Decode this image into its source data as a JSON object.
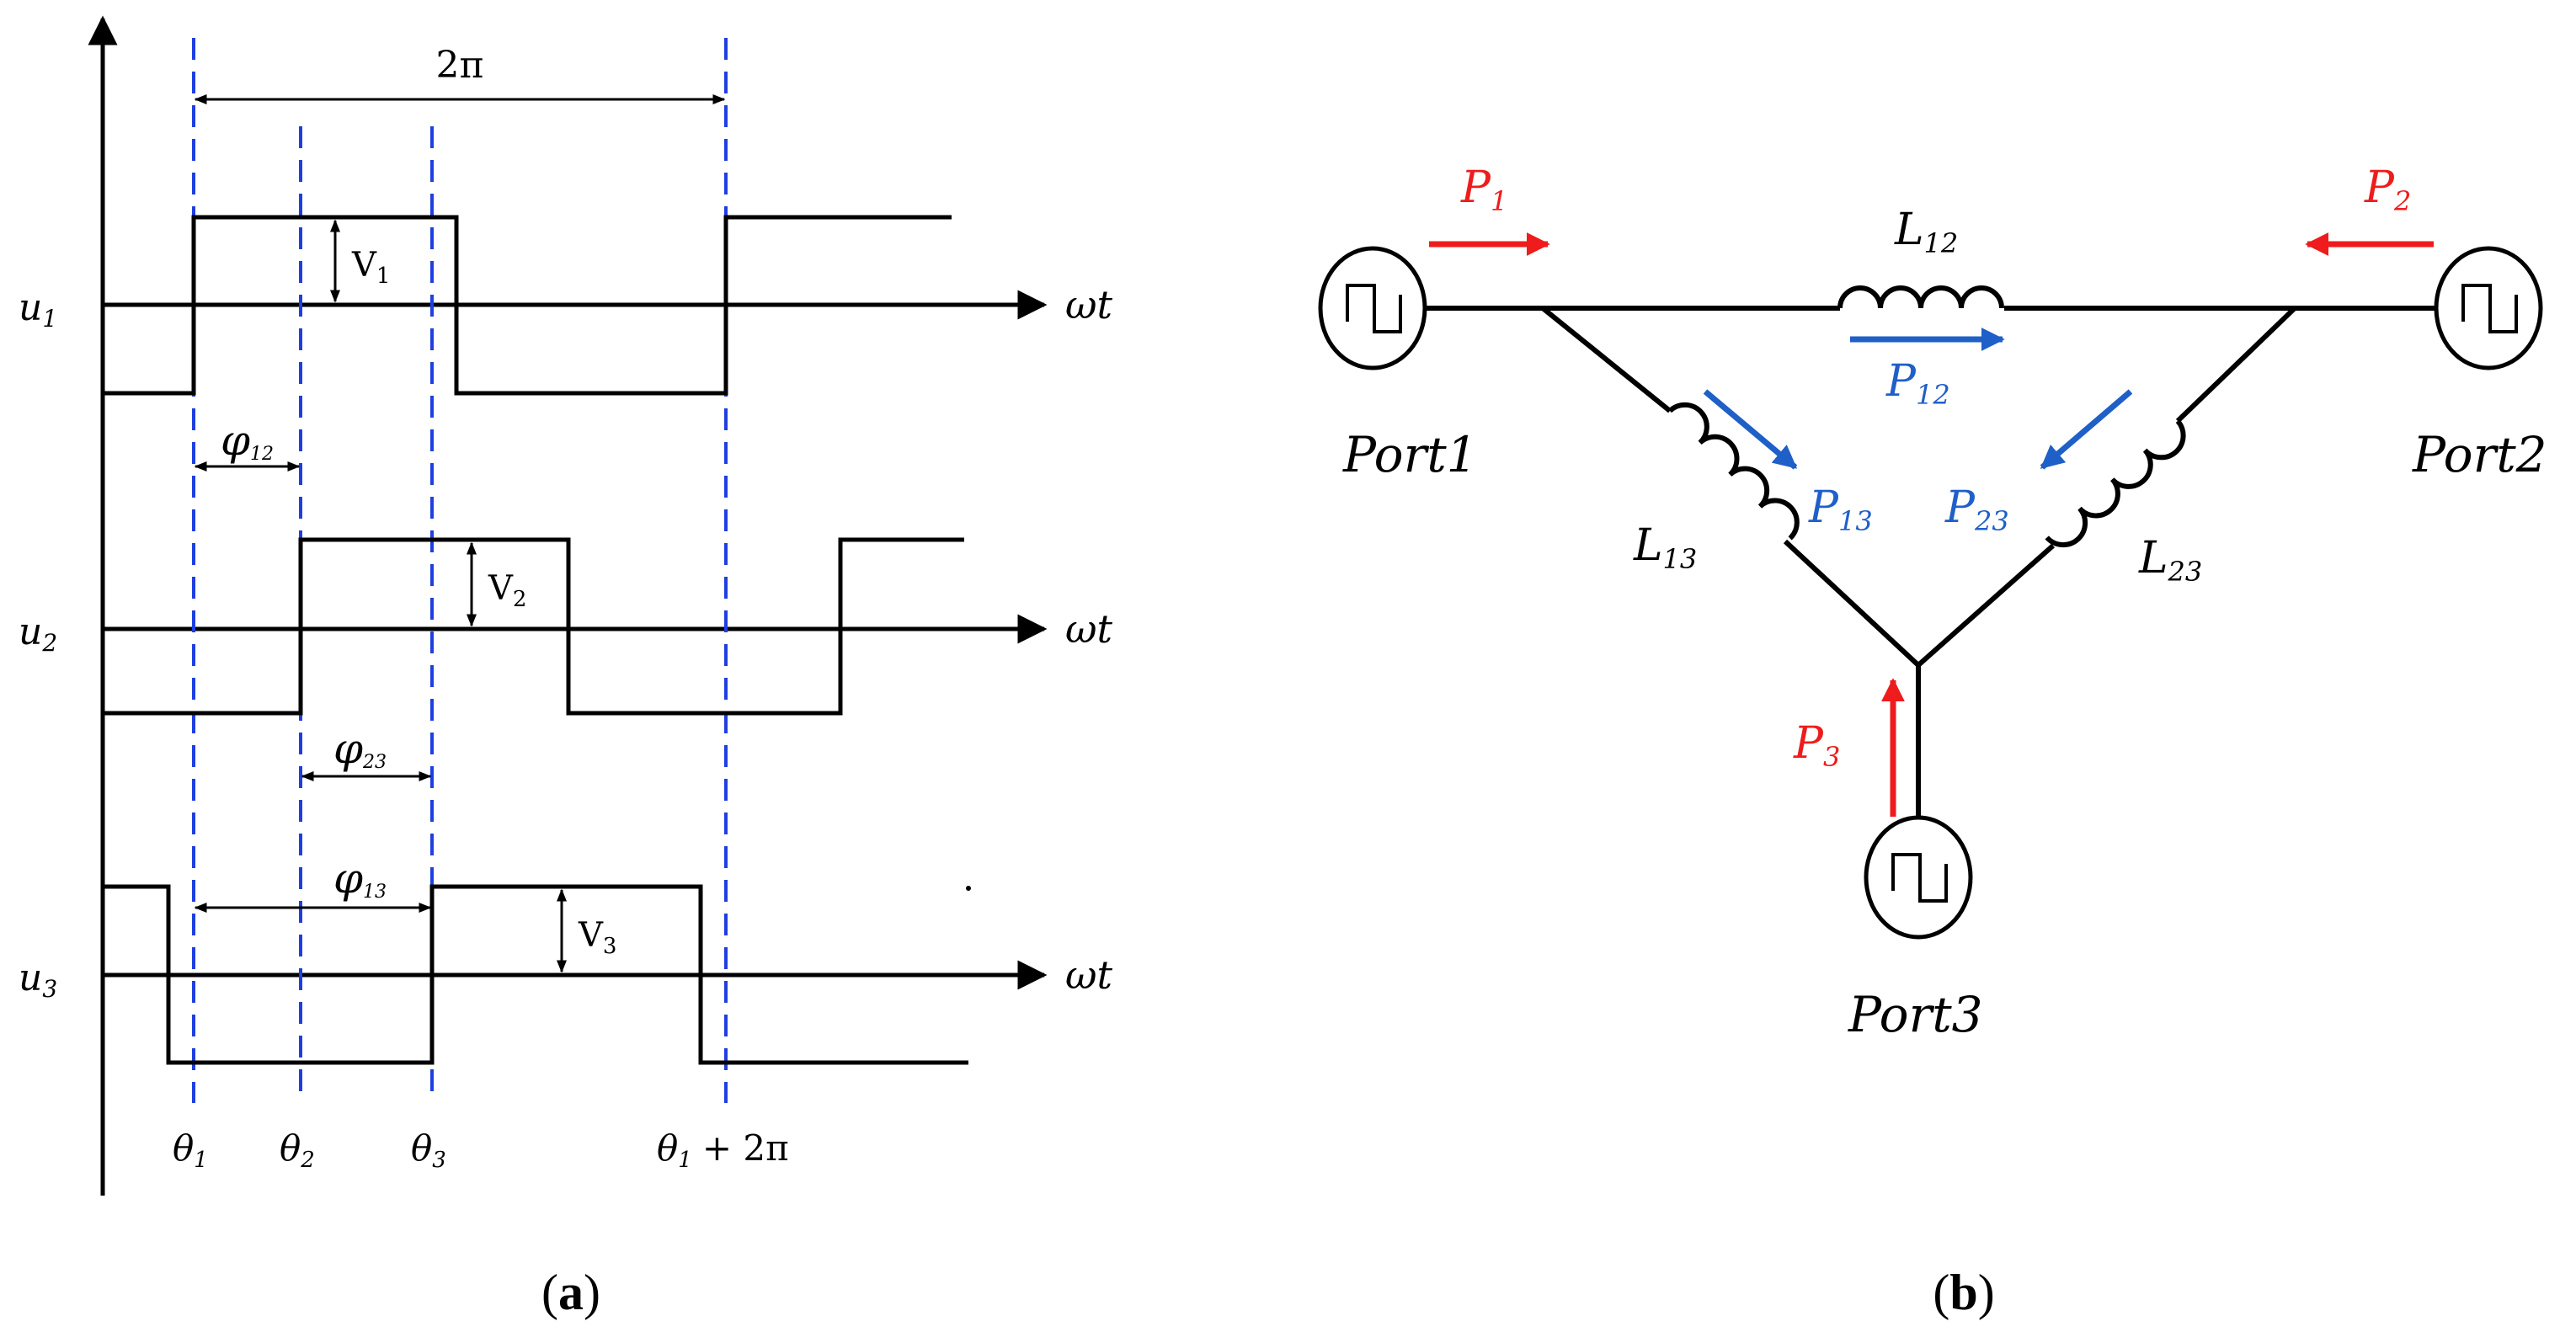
{
  "panel_a": {
    "period_label": "2π",
    "signals": [
      {
        "name": "u",
        "sub": "1",
        "axis": "ωt",
        "amp": "V",
        "amp_sub": "1"
      },
      {
        "name": "u",
        "sub": "2",
        "axis": "ωt",
        "amp": "V",
        "amp_sub": "2"
      },
      {
        "name": "u",
        "sub": "3",
        "axis": "ωt",
        "amp": "V",
        "amp_sub": "3"
      }
    ],
    "phases": [
      {
        "sym": "φ",
        "sub": "12"
      },
      {
        "sym": "φ",
        "sub": "23"
      },
      {
        "sym": "φ",
        "sub": "13"
      }
    ],
    "thetas": [
      {
        "sym": "θ",
        "sub": "1",
        "suffix": ""
      },
      {
        "sym": "θ",
        "sub": "2",
        "suffix": ""
      },
      {
        "sym": "θ",
        "sub": "3",
        "suffix": ""
      },
      {
        "sym": "θ",
        "sub": "1",
        "suffix": "+ 2π"
      }
    ],
    "caption_open": "(",
    "caption_letter": "a",
    "caption_close": ")"
  },
  "panel_b": {
    "ports": [
      "Port1",
      "Port2",
      "Port3"
    ],
    "inductors": [
      {
        "sym": "L",
        "sub": "12"
      },
      {
        "sym": "L",
        "sub": "13"
      },
      {
        "sym": "L",
        "sub": "23"
      }
    ],
    "port_powers": [
      {
        "sym": "P",
        "sub": "1"
      },
      {
        "sym": "P",
        "sub": "2"
      },
      {
        "sym": "P",
        "sub": "3"
      }
    ],
    "branch_powers": [
      {
        "sym": "P",
        "sub": "12"
      },
      {
        "sym": "P",
        "sub": "13"
      },
      {
        "sym": "P",
        "sub": "23"
      }
    ],
    "caption_open": "(",
    "caption_letter": "b",
    "caption_close": ")"
  },
  "colors": {
    "line": "#000000",
    "dashed": "#1f3fe0",
    "red": "#ee1c1c",
    "blue": "#1f5fc8"
  }
}
